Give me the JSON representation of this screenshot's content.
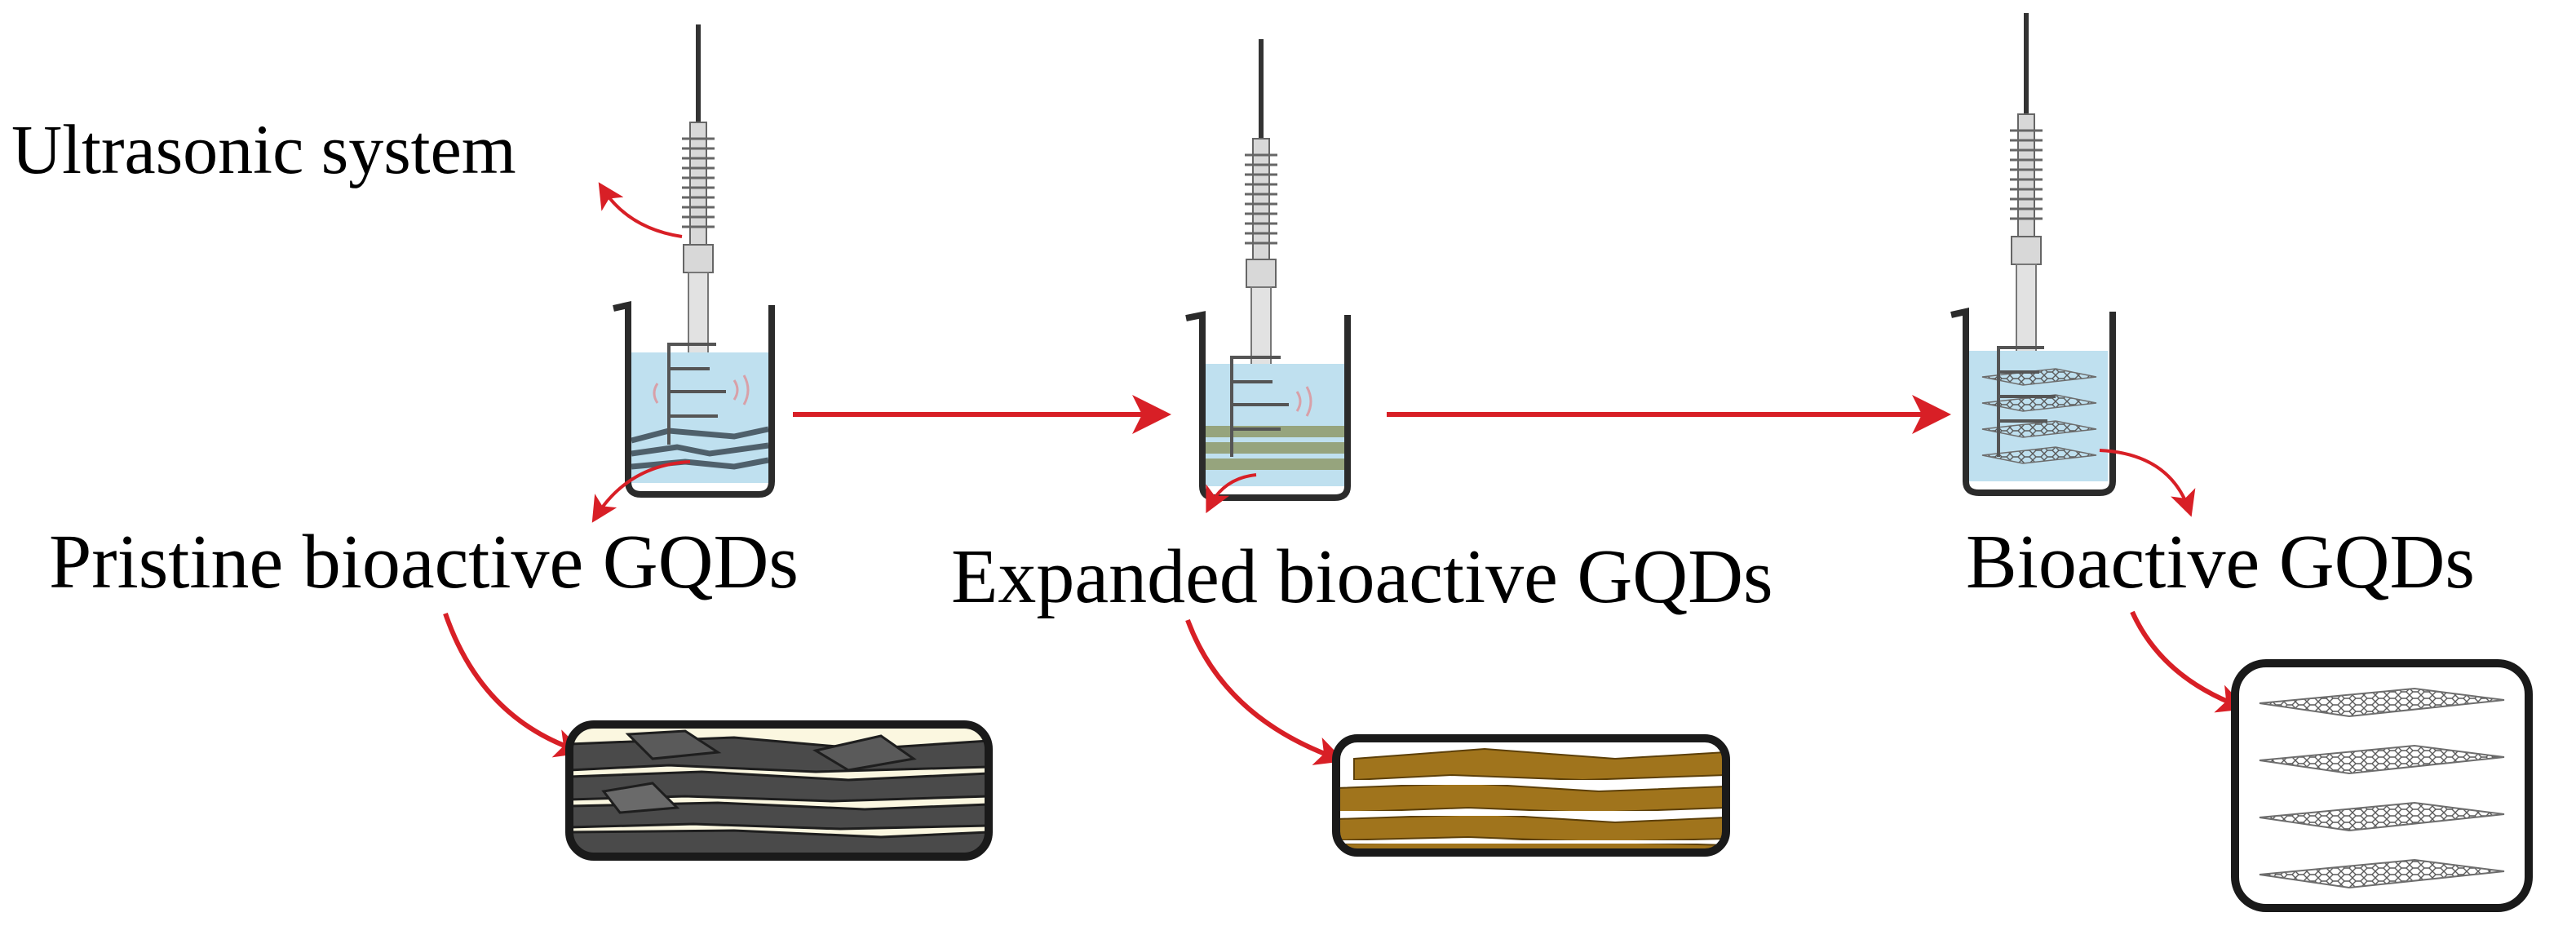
{
  "labels": {
    "ultrasonic": "Ultrasonic system",
    "pristine": "Pristine bioactive GQDs",
    "expanded": "Expanded bioactive GQDs",
    "bioactive": "Bioactive GQDs"
  },
  "colors": {
    "arrow": "#d81f26",
    "water": "#bfe0ef",
    "beaker_outline": "#2b2b2b",
    "pristine_flakes": "#4a4a4a",
    "expanded_flakes": "#a0741c",
    "graphene_sheets": "#8c8c8c"
  }
}
